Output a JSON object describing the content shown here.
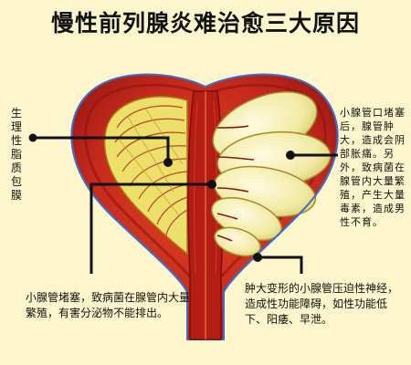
{
  "title": "慢性前列腺炎难治愈三大原因",
  "labels": {
    "capsule": "生理性脂质包膜",
    "duct_blockage": "小腺管口堵塞后，腺管肿大，造成会阴部胀痛。另外，致病菌在腺管内大量繁殖，产生大量毒素，造成男性不育。",
    "bacteria": "小腺管堵塞，致病菌在腺管内大量繁殖，有害分泌物不能排出。",
    "nerve": "肿大变形的小腺管压迫性神经，造成性功能障碍，如性功能低下、阳痿、早泄。"
  },
  "colors": {
    "background": "#fdf6cc",
    "tissue_red": "#c62a1c",
    "tissue_dark": "#8f1410",
    "gland_yellow": "#ecdf6a",
    "gland_fill": "#f3eeaa",
    "outline_blue": "#3b6ec9",
    "pointer": "#111111"
  }
}
